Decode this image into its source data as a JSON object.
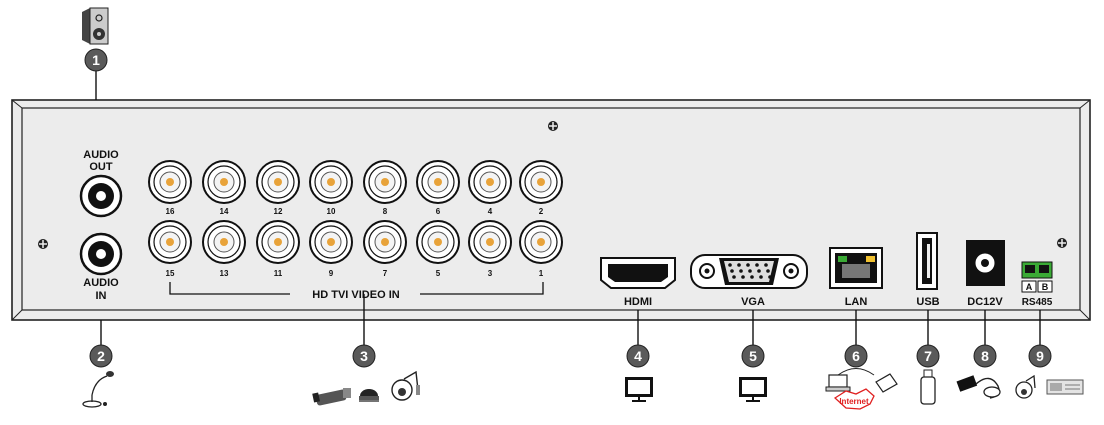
{
  "panel": {
    "audio_out_label_1": "AUDIO",
    "audio_out_label_2": "OUT",
    "audio_in_label_1": "AUDIO",
    "audio_in_label_2": "IN",
    "video_in_label": "HD TVI VIDEO IN",
    "bnc_top_numbers": [
      "16",
      "14",
      "12",
      "10",
      "8",
      "6",
      "4",
      "2"
    ],
    "bnc_bottom_numbers": [
      "15",
      "13",
      "11",
      "9",
      "7",
      "5",
      "3",
      "1"
    ],
    "ports": {
      "hdmi": "HDMI",
      "vga": "VGA",
      "lan": "LAN",
      "usb": "USB",
      "dc": "DC12V",
      "rs485": "RS485",
      "rs485_a": "A",
      "rs485_b": "B"
    }
  },
  "callouts": [
    "1",
    "2",
    "3",
    "4",
    "5",
    "6",
    "7",
    "8",
    "9"
  ],
  "internet_label": "Internet",
  "colors": {
    "panel_fill": "#ececec",
    "bnc_center": "#e8a33a",
    "lan_green": "#3aaa35",
    "lan_yellow": "#f2c230",
    "callout_fill": "#5a5a5a",
    "internet_red": "#e02020"
  },
  "icons": {
    "c1": "speaker-icon",
    "c2": "microphone-icon",
    "c3": "cameras-icon",
    "c4": "monitor-icon",
    "c5": "monitor-icon",
    "c6": "network-icon",
    "c7": "usb-drive-icon",
    "c8": "power-adapter-icon",
    "c9": "ptz-keyboard-icon"
  }
}
